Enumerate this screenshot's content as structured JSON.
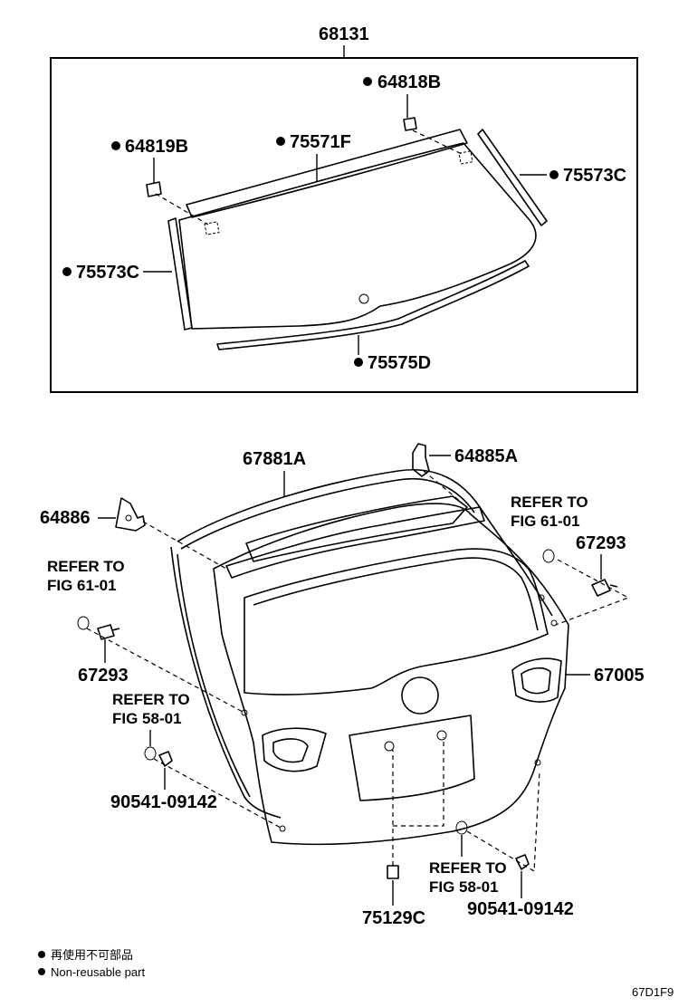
{
  "diagram": {
    "top_assembly_label": "68131",
    "bullet_note_jp": "再使用不可部品",
    "bullet_note_en": "Non-reusable part",
    "figure_code": "67D1F9",
    "parts": {
      "p64818B": "64818B",
      "p64819B": "64819B",
      "p75571F": "75571F",
      "p75573C_right": "75573C",
      "p75573C_left": "75573C",
      "p75575D": "75575D",
      "p67881A": "67881A",
      "p64885A": "64885A",
      "p64886": "64886",
      "p67293_right": "67293",
      "p67293_left": "67293",
      "p67005": "67005",
      "p90541_left": "90541-09142",
      "p90541_right": "90541-09142",
      "p75129C": "75129C"
    },
    "refs": {
      "ref_right_top_1": "REFER TO",
      "ref_right_top_2": "FIG 61-01",
      "ref_left_top_1": "REFER TO",
      "ref_left_top_2": "FIG 61-01",
      "ref_left_mid_1": "REFER TO",
      "ref_left_mid_2": "FIG 58-01",
      "ref_right_bot_1": "REFER TO",
      "ref_right_bot_2": "FIG 58-01"
    }
  }
}
